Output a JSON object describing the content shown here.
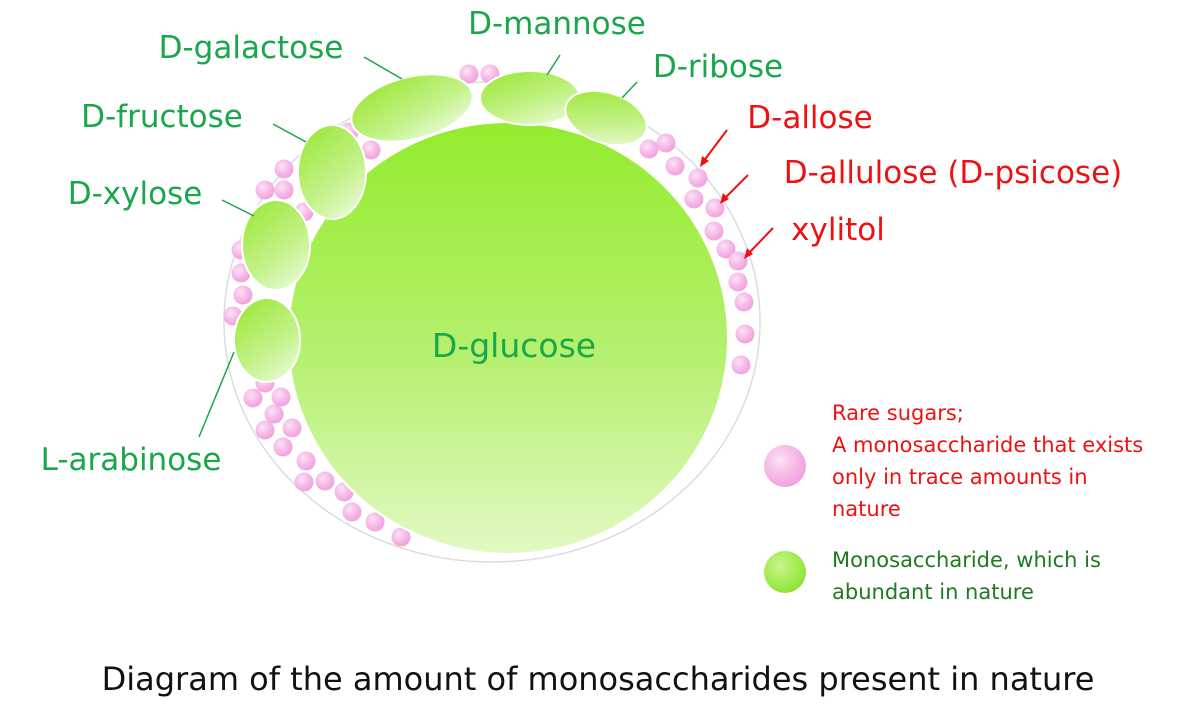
{
  "sugars": {
    "center": "D-glucose",
    "common": [
      "D-galactose",
      "D-mannose",
      "D-ribose",
      "D-fructose",
      "D-xylose",
      "L-arabinose"
    ],
    "rare": [
      "D-allose",
      "D-allulose (D-psicose)",
      "xylitol"
    ]
  },
  "legend": {
    "rare_lines": [
      "Rare sugars;",
      "A monosaccharide that exists",
      "only in trace amounts in",
      "nature"
    ],
    "common_lines": [
      "Monosaccharide, which is",
      "abundant in nature"
    ]
  },
  "caption": "Diagram of the amount of monosaccharides present in nature",
  "colors": {
    "green_text": "#1aa64a",
    "red_text": "#ee1111",
    "legend_green_text": "#1f7a1f",
    "pink": "#f6b3e6",
    "green_fill": "#a8ee50"
  }
}
